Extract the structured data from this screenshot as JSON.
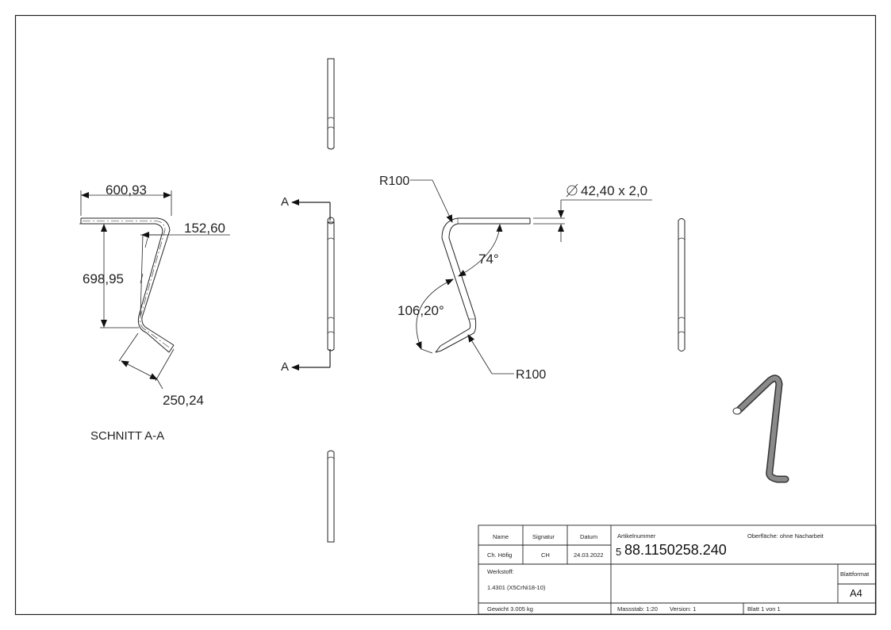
{
  "dimensions": {
    "width_top": "600,93",
    "height_left": "698,95",
    "offset": "152,60",
    "bottom_leg": "250,24",
    "radius_top": "R100",
    "radius_bottom": "R100",
    "pipe": "42,40 x 2,0",
    "angle_upper": "74°",
    "angle_lower": "106,20°"
  },
  "section": {
    "marker_top": "A",
    "marker_bottom": "A",
    "label": "SCHNITT A-A"
  },
  "title_block": {
    "col_name": "Name",
    "col_signatur": "Signatur",
    "col_datum": "Datum",
    "name": "Ch. Höfig",
    "signatur": "CH",
    "datum": "24.03.2022",
    "artikelnummer_label": "Artikelnummer",
    "artikelnummer_prefix": "5",
    "artikelnummer": "88.1150258.240",
    "oberflaeche": "Oberfläche:  ohne Nacharbeit",
    "werkstoff_label": "Werkstoff:",
    "werkstoff": "1.4301 (X5CrNi18-10)",
    "blattformat_label": "Blattformat",
    "blattformat": "A4",
    "gewicht": "Gewicht 3.005 kg",
    "massstab": "Massstab: 1:20",
    "version": "Version: 1",
    "blatt": "Blatt 1 von 1"
  }
}
